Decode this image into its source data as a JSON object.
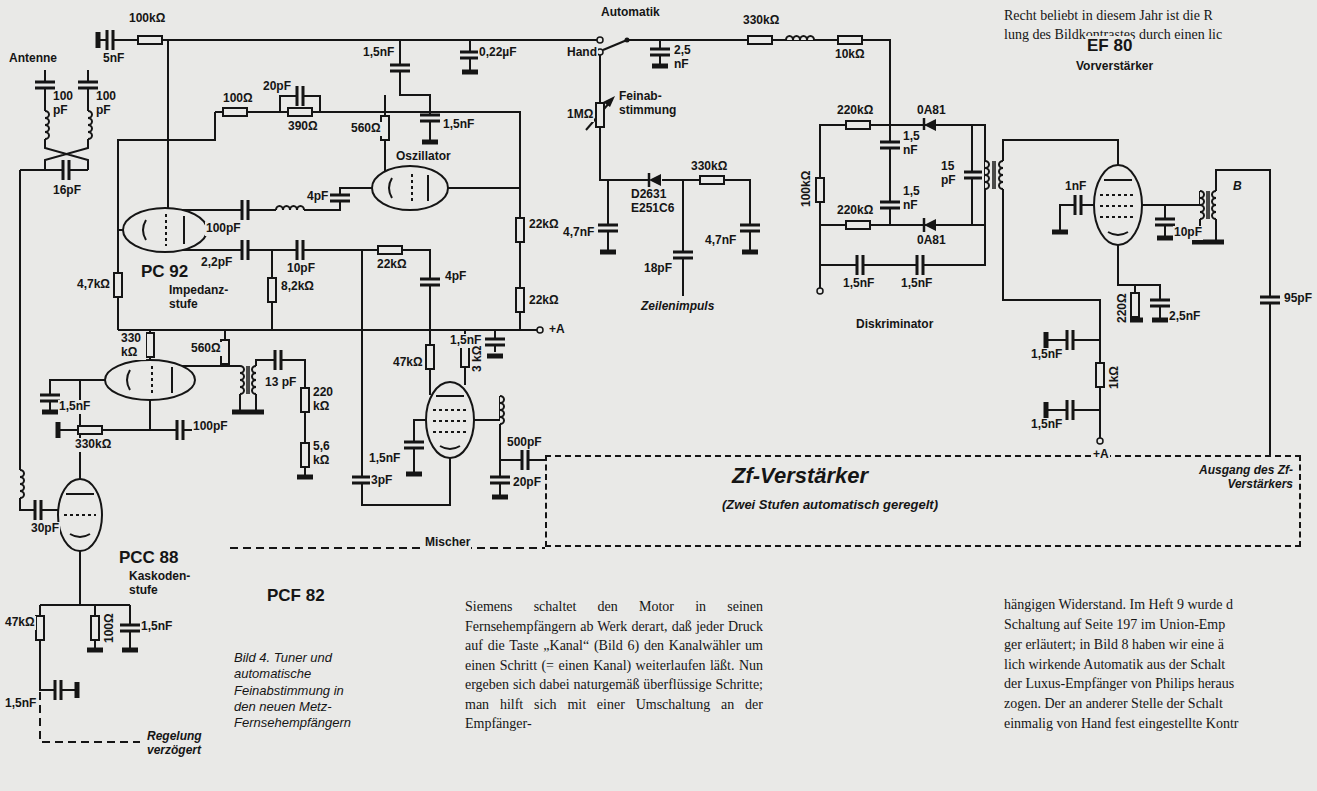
{
  "diagram": {
    "caption": "Bild 4. Tuner und automatische Feinabstimmung in den neuen Metz-Fernsehempfängern",
    "nodes": [
      {
        "text": [
          "Zf-Verstärker",
          "(Zwei Stufen automatisch geregelt)",
          "Ausgang des Zf-Verstärkers"
        ]
      }
    ],
    "labels": [
      "100kΩ",
      "5nF",
      "1,5nF",
      "0,22µF",
      "Automatik",
      "Hand",
      "2,5 nF",
      "330kΩ",
      "10kΩ",
      "Recht beliebt in diesem Jahr ist die R",
      "lung des Bildkontrastes durch einen lic",
      "Antenne",
      "100 pF",
      "100 pF",
      "16pF",
      "20pF",
      "100Ω",
      "390Ω",
      "560Ω",
      "1,5nF",
      "1MΩ",
      "Feinab- stimmung",
      "Oszillator",
      "220kΩ",
      "0A81",
      "1,5 nF",
      "15 pF",
      "1,5 nF",
      "220kΩ",
      "0A81",
      "100kΩ",
      "EF 80",
      "Vorverstärker",
      "100pF",
      "2,2pF",
      "4pF",
      "10pF",
      "22kΩ",
      "4pF",
      "8,2kΩ",
      "4,7kΩ",
      "PC 92",
      "Impedanz- stufe",
      "22kΩ",
      "22kΩ",
      "4,7nF",
      "D2631 E251C6",
      "330kΩ",
      "4,7nF",
      "18pF",
      "Zeilenimpuls",
      "1,5nF",
      "1,5nF",
      "Diskriminator",
      "1nF",
      "10pF",
      "B",
      "95pF",
      "220Ω",
      "2,5nF",
      "1,5nF",
      "+A",
      "1,5nF",
      "1kΩ",
      "1,5nF",
      "+A",
      "1,5nF",
      "330 kΩ",
      "560Ω",
      "13 pF",
      "330kΩ",
      "100pF",
      "220 kΩ",
      "5,6 kΩ",
      "47kΩ",
      "3 kΩ",
      "1,5nF",
      "500pF",
      "3pF",
      "20pF",
      "Mischer",
      "30pF",
      "PCC 88",
      "Kaskoden- stufe",
      "PCF 82",
      "47kΩ",
      "100Ω",
      "1,5nF",
      "1,5nF",
      "Regelung verzögert",
      "Siemens schaltet den Motor in seinen Fernsehempfängern ab Werk derart, daß jeder Druck auf die Taste „Kanal“ (Bild 6) den Kanalwähler um einen Schritt (= einen Kanal) weiterlaufen läßt. Nun ergeben sich dabei naturgemäß überflüssige Schritte; man hilft sich mit einer Umschaltung an der Empfänger-",
      "hängigen Widerstand. Im Heft 9 wurde d",
      "Schaltung auf Seite 197 im Union-Emp",
      "ger erläutert; in Bild 8 haben wir eine ä",
      "lich wirkende Automatik aus der Schalt",
      "der Luxus-Empfänger von Philips heraus",
      "zogen. Der an anderer Stelle der Schalt",
      "einmalig von Hand fest eingestellte Kontr"
    ]
  }
}
